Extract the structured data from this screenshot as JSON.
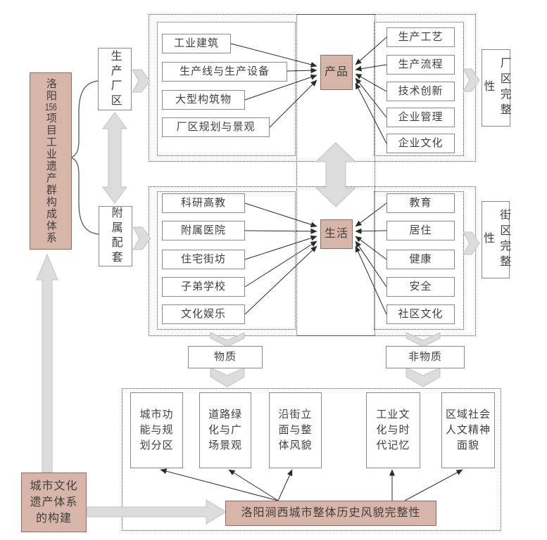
{
  "title_left": "洛阳156项目工业遗产群构成体系",
  "categories": {
    "production": "生产厂区",
    "auxiliary": "附属配套"
  },
  "production_section": {
    "left": [
      "工业建筑",
      "生产线与生产设备",
      "大型构筑物",
      "厂区规划与景观"
    ],
    "core": "产品",
    "right": [
      "生产工艺",
      "生产流程",
      "技术创新",
      "企业管理",
      "企业文化"
    ],
    "outcome": "厂区完整性"
  },
  "life_section": {
    "left": [
      "科研高教",
      "附属医院",
      "住宅街坊",
      "子弟学校",
      "文化娱乐"
    ],
    "core": "生活",
    "right": [
      "教育",
      "居住",
      "健康",
      "安全",
      "社区文化"
    ],
    "outcome": "街区完整性"
  },
  "bridges": {
    "material": "物质",
    "immaterial": "非物质"
  },
  "city_section": {
    "items": [
      "城市功\n能与规\n划分区",
      "道路绿\n化与广\n场景观",
      "沿街立\n面与整\n体风貌",
      "工业文\n化与时\n代记忆",
      "区域社会\n人文精神\n面貌"
    ],
    "result": "洛阳涧西城市整体历史风貌完整性"
  },
  "construction_title": "城市文化\n遗产体系\n的构建",
  "colors": {
    "node_fill": "#d7b5a8",
    "node_border": "#8f6d60",
    "text": "#3f3f3f",
    "thick_arrow": "#dcdcdc",
    "thin_line": "#2a2a2a"
  }
}
